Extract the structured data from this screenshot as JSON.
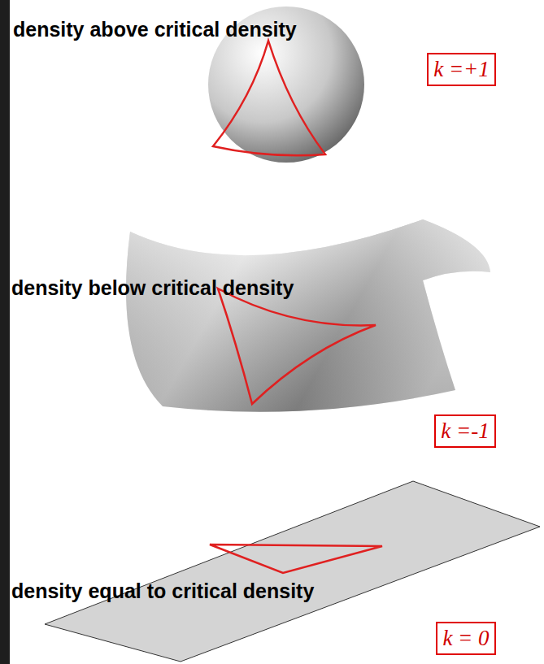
{
  "diagram": {
    "nodes": [
      {
        "text": [
          "k =+1"
        ]
      },
      {
        "text": [
          "k =-1"
        ]
      },
      {
        "text": [
          "k = 0"
        ]
      }
    ],
    "labels": [
      "density above critical density",
      "density below critical density",
      "density equal to critical density"
    ]
  }
}
